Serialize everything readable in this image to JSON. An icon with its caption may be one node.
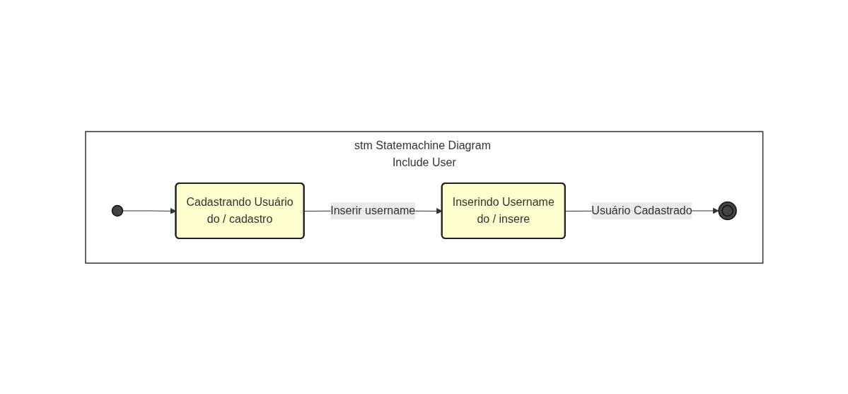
{
  "diagram": {
    "nodes": [
      {
        "text": [
          "stm Statemachine Diagram Include User"
        ]
      },
      {
        "text": [],
        "shape": "circle",
        "in": 0
      },
      {
        "text": [
          "Cadastrando Usuário",
          "do / cadastro"
        ],
        "in": 0
      },
      {
        "text": [
          "Inserindo Username",
          "do / insere"
        ],
        "in": 0
      },
      {
        "text": [],
        "shape": "circle",
        "in": 0
      }
    ],
    "edges": [
      {
        "from": 1,
        "to": 2,
        "arrow": "to"
      },
      {
        "from": 2,
        "to": 3,
        "arrow": "to",
        "label": "Inserir username"
      },
      {
        "from": 3,
        "to": 4,
        "arrow": "to",
        "label": "Usuário Cadastrado"
      }
    ]
  }
}
